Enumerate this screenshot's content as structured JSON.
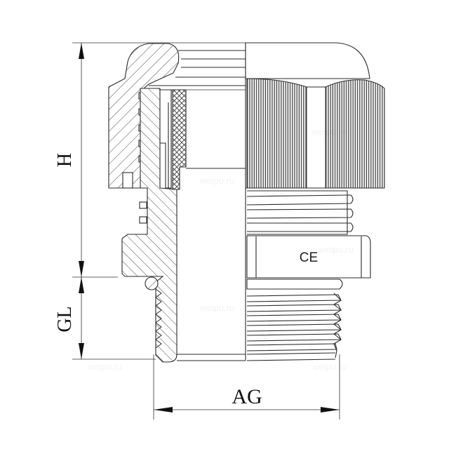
{
  "diagram": {
    "subject": "Cable gland half-section drawing",
    "dimensions": {
      "height_label": "H",
      "gland_length_label": "GL",
      "thread_label": "AG"
    },
    "marking": "CE",
    "watermarks": [
      "weipu.ru",
      "weipu.ru",
      "weipu.ru",
      "weipu.ru",
      "weipu.ru",
      "weipu.ru"
    ],
    "colors": {
      "line": "#2a2a2a",
      "background": "#ffffff"
    }
  }
}
